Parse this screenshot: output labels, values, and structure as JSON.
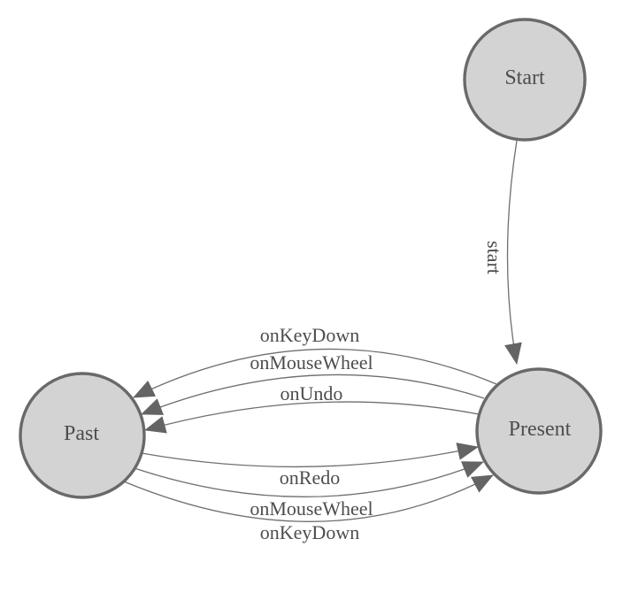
{
  "diagram": {
    "background_color": "#ffffff",
    "node_fill_color": "#d3d3d3",
    "node_border_color": "#696969",
    "edge_color": "#6f6f6f",
    "arrow_color": "#646464",
    "text_color": "#4d4d4d",
    "nodes": [
      {
        "id": "start",
        "label": "Start"
      },
      {
        "id": "present",
        "label": "Present"
      },
      {
        "id": "past",
        "label": "Past"
      }
    ],
    "edges": [
      {
        "from": "Start",
        "to": "Present",
        "label": "start"
      },
      {
        "from": "Present",
        "to": "Past",
        "label": "onKeyDown"
      },
      {
        "from": "Present",
        "to": "Past",
        "label": "onMouseWheel"
      },
      {
        "from": "Present",
        "to": "Past",
        "label": "onUndo"
      },
      {
        "from": "Past",
        "to": "Present",
        "label": "onRedo"
      },
      {
        "from": "Past",
        "to": "Present",
        "label": "onMouseWheel"
      },
      {
        "from": "Past",
        "to": "Present",
        "label": "onKeyDown"
      }
    ]
  }
}
